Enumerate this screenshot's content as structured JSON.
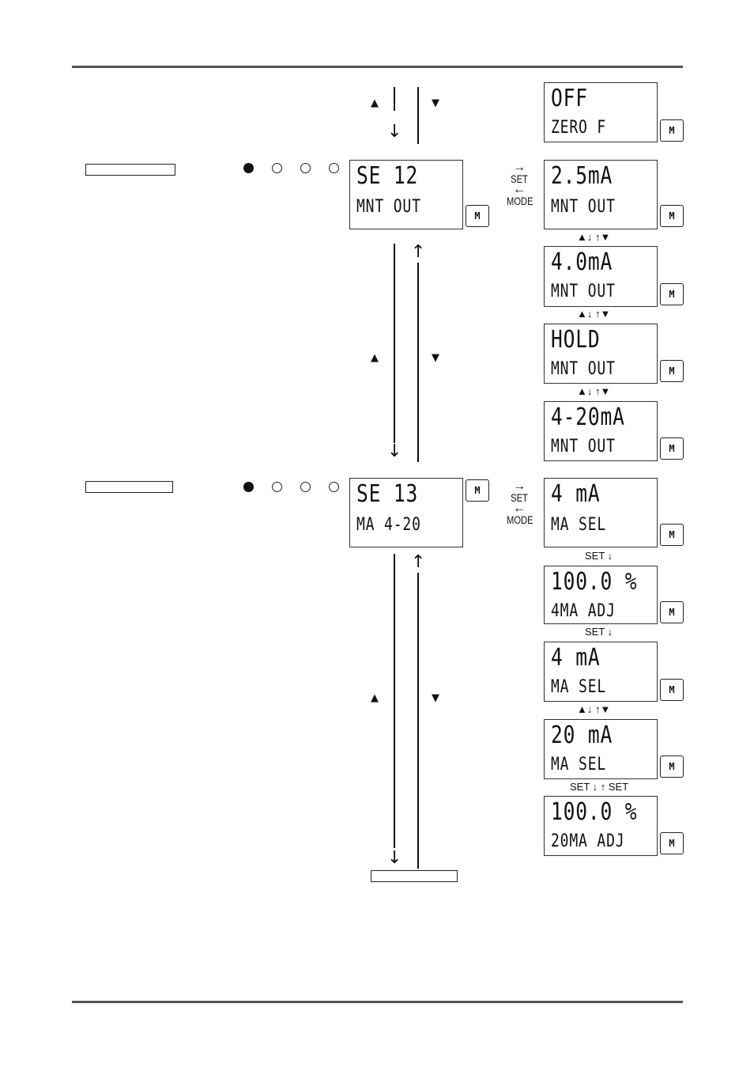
{
  "screens": {
    "zero_f": {
      "line1": "OFF",
      "line2": "ZERO F"
    },
    "se12": {
      "line1": "SE 12",
      "line2": "MNT OUT"
    },
    "mnt_25": {
      "line1": "2.5mA",
      "line2": "MNT OUT"
    },
    "mnt_40": {
      "line1": "4.0mA",
      "line2": "MNT OUT"
    },
    "mnt_hold": {
      "line1": "HOLD",
      "line2": "MNT OUT"
    },
    "mnt_420": {
      "line1": "4-20mA",
      "line2": "MNT OUT"
    },
    "se13": {
      "line1": "SE 13",
      "line2": "MA 4-20"
    },
    "ma_sel_4a": {
      "line1": "4 mA",
      "line2": "MA SEL"
    },
    "adj_4ma": {
      "line1": "100.0 %",
      "line2": "4MA ADJ"
    },
    "ma_sel_4b": {
      "line1": "4 mA",
      "line2": "MA SEL"
    },
    "ma_sel_20": {
      "line1": "20 mA",
      "line2": "MA SEL"
    },
    "adj_20ma": {
      "line1": "100.0 %",
      "line2": "20MA ADJ"
    }
  },
  "button_label": "M",
  "transitions": {
    "set": "SET",
    "mode": "MODE"
  },
  "nav": {
    "updown": "▲↓ ↑▼",
    "set_down": "SET ↓",
    "set_both": "SET ↓ ↑ SET"
  },
  "arrows": {
    "up": "↑",
    "down": "↓",
    "tri_up": "▲",
    "tri_down": "▼",
    "right": "→",
    "left": "←"
  }
}
